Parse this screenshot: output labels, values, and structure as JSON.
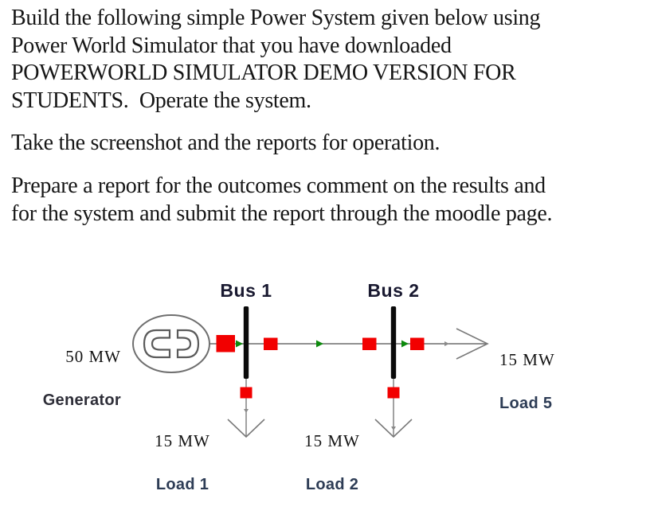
{
  "document": {
    "paragraphs": [
      {
        "lines": [
          "Build the following simple Power System given below using",
          "Power World Simulator that you have downloaded",
          "POWERWORLD SIMULATOR DEMO VERSION FOR",
          "STUDENTS.  Operate the system."
        ]
      },
      {
        "lines": [
          "Take the screenshot and the reports for operation."
        ]
      },
      {
        "lines": [
          "Prepare a report for the outcomes comment on the results and",
          "for the system and submit the report through the moodle page."
        ]
      }
    ]
  },
  "diagram": {
    "bus1_label": "Bus 1",
    "bus2_label": "Bus 2",
    "generator": {
      "power": "50 MW",
      "name": "Generator"
    },
    "load1": {
      "power": "15 MW",
      "name": "Load 1"
    },
    "load2": {
      "power": "15 MW",
      "name": "Load 2"
    },
    "load5": {
      "power": "15 MW",
      "name": "Load 5"
    },
    "icons": {
      "breaker": "closed-breaker-red-square",
      "flow_arrow": "green-flow-arrow",
      "generator_symbol": "dog-bone-rotor-in-ellipse",
      "load_symbol": "open-arrow"
    },
    "colors": {
      "breaker_red": "#f20000",
      "bus_black": "#0a0a0a",
      "flow_green": "#0c8a0c",
      "line_gray": "#6b6b6b",
      "symbol_gray": "#5a5a5a",
      "arrow_gray": "#7a7a7a",
      "tick_gray": "#8a8a8a",
      "ellipse_gray": "#6f6f6f"
    }
  }
}
